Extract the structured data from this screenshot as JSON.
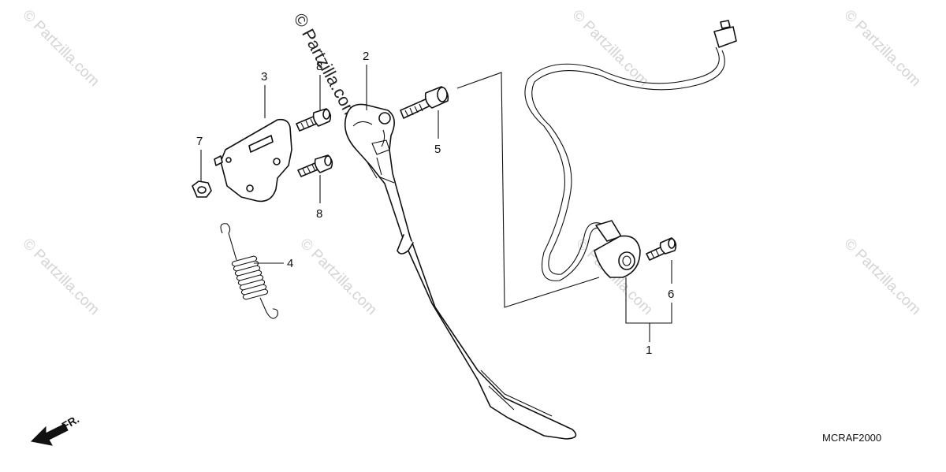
{
  "watermarks": {
    "main": "© Partzilla.com",
    "faded": "© Partzilla.com"
  },
  "callouts": {
    "c1": "1",
    "c2": "2",
    "c3": "3",
    "c4": "4",
    "c5": "5",
    "c6": "6",
    "c7": "7",
    "c8a": "8",
    "c8b": "8"
  },
  "fr_label": "FR.",
  "diagram_code": "MCRAF2000",
  "colors": {
    "watermark": "#d4d4d4",
    "line": "#111111"
  },
  "icons": [
    "front-direction-arrow-icon"
  ]
}
